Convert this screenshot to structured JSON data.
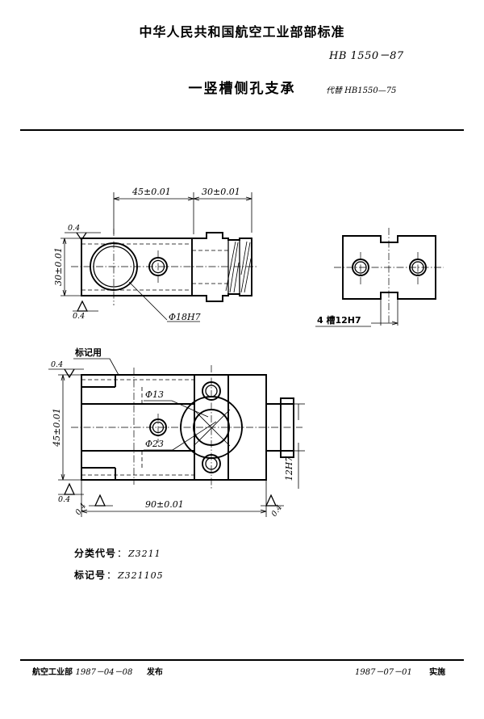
{
  "header": {
    "issuing_org": "中华人民共和国航空工业部部标准",
    "standard_number": "HB 1550－87",
    "document_title": "一竖槽侧孔支承",
    "replaces": "代替 HB1550—75"
  },
  "footer": {
    "publisher": "航空工业部",
    "publish_date": "1987－04－08",
    "publish_label": "发布",
    "implement_date": "1987－07－01",
    "implement_label": "实施"
  },
  "classification": {
    "code_label": "分类代号",
    "code_sep": "：",
    "code_value": "Z3211",
    "mark_label": "标记号",
    "mark_sep": "：",
    "mark_value": "Z321105"
  },
  "drawing": {
    "top_view": {
      "dim_width_left": "45±0.01",
      "dim_width_right": "30±0.01",
      "dim_height": "30±0.01",
      "bore_label": "Φ18H7",
      "finish_top": "0.4",
      "finish_bottom": "0.4"
    },
    "side_view": {
      "slot_label": "4 槽12H7"
    },
    "plan_view": {
      "dim_height": "45±0.01",
      "dim_length": "90±0.01",
      "slot_depth": "12H7",
      "hole_small": "Φ13",
      "hole_large": "Φ23",
      "marking_note": "标记用",
      "finish_top_left": "0.4",
      "finish_bottom_left": "0.4",
      "finish_lower_left": "0.4",
      "finish_right": "0.4"
    }
  }
}
